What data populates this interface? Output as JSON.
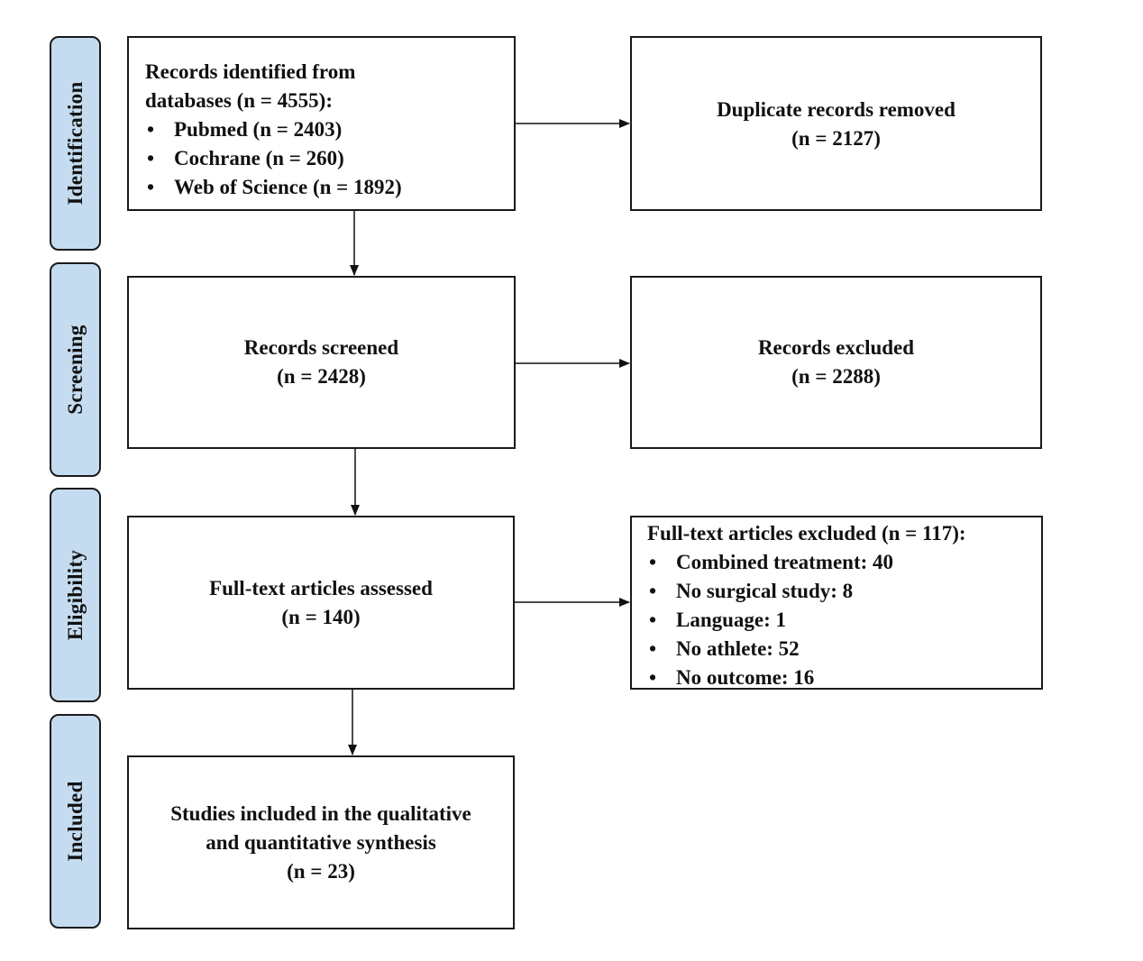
{
  "stages": {
    "identification": "Identification",
    "screening": "Screening",
    "eligibility": "Eligibility",
    "included": "Included"
  },
  "boxes": {
    "identified": {
      "line1": "Records identified from",
      "line2": "databases (n = 4555):",
      "items": [
        "Pubmed (n = 2403)",
        "Cochrane (n = 260)",
        "Web of Science (n = 1892)"
      ]
    },
    "duplicates": {
      "line1": "Duplicate records removed",
      "line2": "(n = 2127)"
    },
    "screened": {
      "line1": "Records screened",
      "line2": "(n = 2428)"
    },
    "excluded": {
      "line1": "Records excluded",
      "line2": "(n = 2288)"
    },
    "assessed": {
      "line1": "Full-text articles assessed",
      "line2": "(n = 140)"
    },
    "fulltext_excluded": {
      "title": "Full-text articles excluded (n = 117):",
      "items": [
        "Combined treatment: 40",
        "No surgical study: 8",
        "Language: 1",
        "No athlete: 52",
        "No outcome: 16"
      ]
    },
    "included": {
      "line1": "Studies included in the qualitative",
      "line2": "and quantitative synthesis",
      "line3": "(n = 23)"
    }
  }
}
